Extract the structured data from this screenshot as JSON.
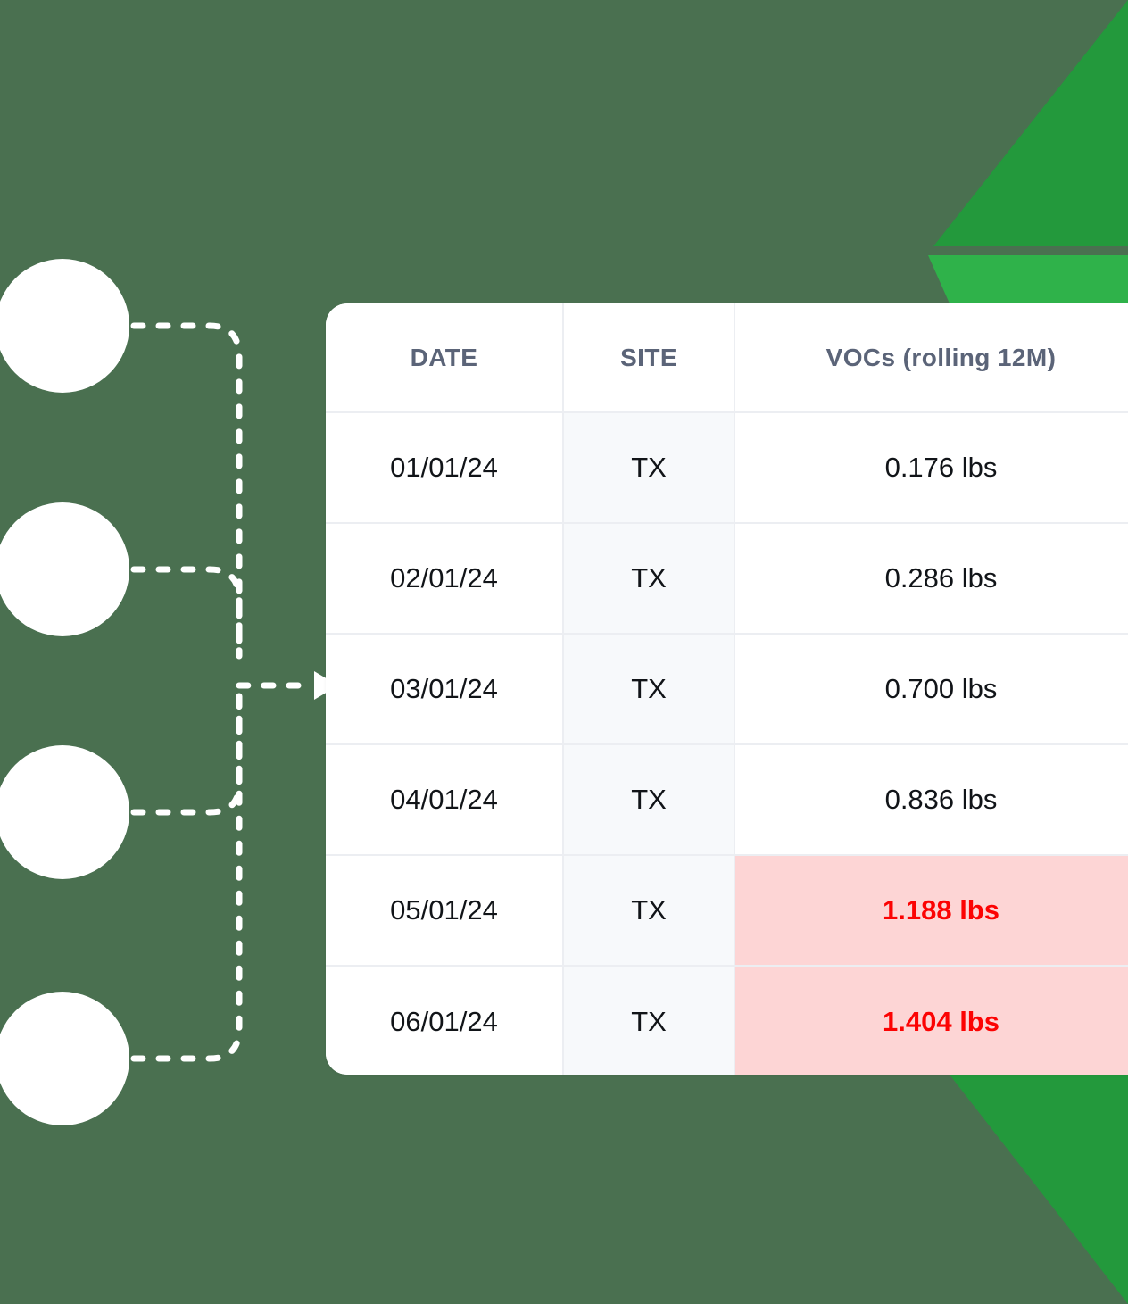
{
  "theme": {
    "background_green": "#4a7050",
    "accent_green_mid": "#23993c",
    "accent_green_bright": "#2fb24a",
    "card_background": "#ffffff",
    "header_text_color": "#5b6478",
    "body_text_color": "#111418",
    "site_column_background": "#f7f9fb",
    "alert_background": "#fdd5d5",
    "alert_text_color": "#fc0303",
    "grid_line_color": "#eceef2",
    "connector_color": "#ffffff"
  },
  "diagram": {
    "nodes": [
      {
        "name": "source-node-1",
        "label": ""
      },
      {
        "name": "source-node-2",
        "label": ""
      },
      {
        "name": "source-node-3",
        "label": ""
      },
      {
        "name": "source-node-4",
        "label": ""
      }
    ],
    "arrow_icon": "arrow-right-icon",
    "connector_style": "dashed"
  },
  "table": {
    "columns": [
      {
        "key": "date",
        "label": "DATE"
      },
      {
        "key": "site",
        "label": "SITE"
      },
      {
        "key": "voc",
        "label": "VOCs (rolling 12M)"
      }
    ],
    "rows": [
      {
        "date": "01/01/24",
        "site": "TX",
        "voc": "0.176 lbs",
        "alert": false
      },
      {
        "date": "02/01/24",
        "site": "TX",
        "voc": "0.286 lbs",
        "alert": false
      },
      {
        "date": "03/01/24",
        "site": "TX",
        "voc": "0.700 lbs",
        "alert": false
      },
      {
        "date": "04/01/24",
        "site": "TX",
        "voc": "0.836 lbs",
        "alert": false
      },
      {
        "date": "05/01/24",
        "site": "TX",
        "voc": "1.188 lbs",
        "alert": true
      },
      {
        "date": "06/01/24",
        "site": "TX",
        "voc": "1.404 lbs",
        "alert": true
      }
    ]
  },
  "chart_data": {
    "type": "table",
    "title": "VOCs (rolling 12M)",
    "categories": [
      "01/01/24",
      "02/01/24",
      "03/01/24",
      "04/01/24",
      "05/01/24",
      "06/01/24"
    ],
    "values": [
      0.176,
      0.286,
      0.7,
      0.836,
      1.188,
      1.404
    ],
    "unit": "lbs",
    "site": "TX",
    "xlabel": "DATE",
    "ylabel": "VOCs (rolling 12M)",
    "highlighted_indices": [
      4,
      5
    ],
    "series": [
      {
        "name": "VOCs (rolling 12M)",
        "values": [
          0.176,
          0.286,
          0.7,
          0.836,
          1.188,
          1.404
        ]
      }
    ]
  }
}
